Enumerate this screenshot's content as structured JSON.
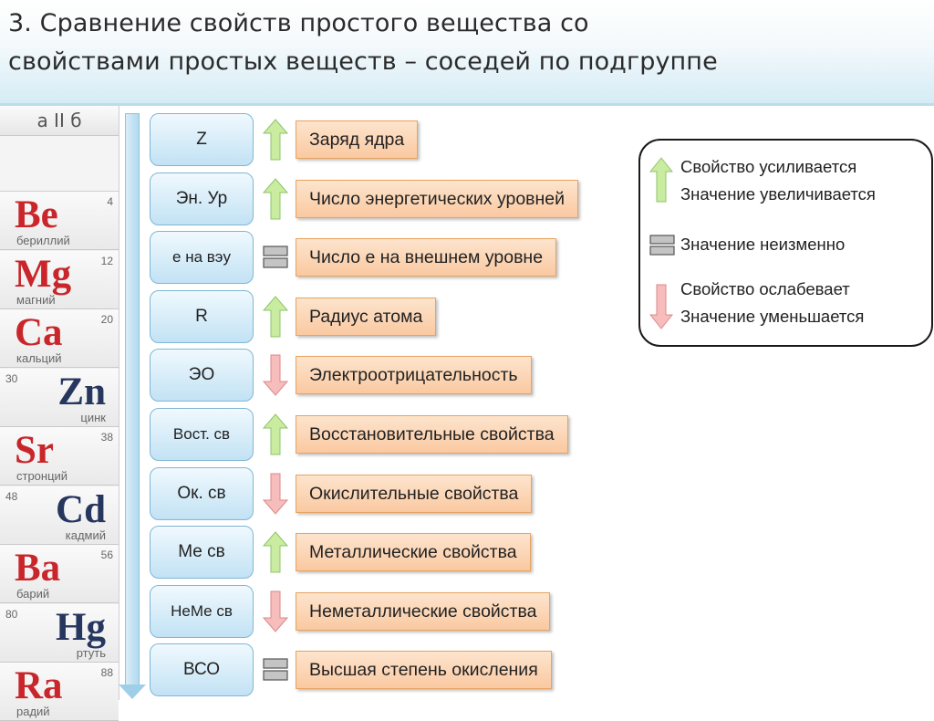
{
  "title": {
    "line1": "3. Сравнение свойств простого вещества со",
    "line2": "свойствами простых веществ – соседей по подгруппе"
  },
  "periodic_table": {
    "group_header": "а II б",
    "elements": [
      {
        "symbol": "Be",
        "name": "бериллий",
        "number": "4",
        "subgroup": "a"
      },
      {
        "symbol": "Mg",
        "name": "магний",
        "number": "12",
        "subgroup": "a"
      },
      {
        "symbol": "Ca",
        "name": "кальций",
        "number": "20",
        "subgroup": "a"
      },
      {
        "symbol": "Zn",
        "name": "цинк",
        "number": "30",
        "subgroup": "b"
      },
      {
        "symbol": "Sr",
        "name": "стронций",
        "number": "38",
        "subgroup": "a"
      },
      {
        "symbol": "Cd",
        "name": "кадмий",
        "number": "48",
        "subgroup": "b"
      },
      {
        "symbol": "Ba",
        "name": "барий",
        "number": "56",
        "subgroup": "a"
      },
      {
        "symbol": "Hg",
        "name": "ртуть",
        "number": "80",
        "subgroup": "b"
      },
      {
        "symbol": "Ra",
        "name": "радий",
        "number": "88",
        "subgroup": "a"
      }
    ]
  },
  "properties": [
    {
      "abbr": "Z",
      "indicator": "up",
      "label": "Заряд ядра"
    },
    {
      "abbr": "Эн. Ур",
      "indicator": "up",
      "label": "Число энергетических уровней"
    },
    {
      "abbr": "е на вэу",
      "indicator": "equal",
      "label": "Число е на внешнем уровне"
    },
    {
      "abbr": "R",
      "indicator": "up",
      "label": "Радиус атома"
    },
    {
      "abbr": "ЭО",
      "indicator": "down",
      "label": "Электроотрицательность"
    },
    {
      "abbr": "Вост. св",
      "indicator": "up",
      "label": "Восстановительные свойства"
    },
    {
      "abbr": "Ок. св",
      "indicator": "down",
      "label": "Окислительные свойства"
    },
    {
      "abbr": "Ме св",
      "indicator": "up",
      "label": "Металлические свойства"
    },
    {
      "abbr": "НеМе св",
      "indicator": "down",
      "label": "Неметаллические свойства"
    },
    {
      "abbr": "ВСО",
      "indicator": "equal",
      "label": "Высшая степень окисления"
    }
  ],
  "legend": {
    "up_line1": "Свойство усиливается",
    "up_line2": "Значение увеличивается",
    "equal_line1": "Значение неизменно",
    "down_line1": "Свойство ослабевает",
    "down_line2": "Значение уменьшается"
  },
  "colors": {
    "up_arrow": "#c9eca0",
    "down_arrow": "#f7bcbc",
    "s_element": "#c8262b",
    "d_element": "#26365f",
    "label_fill": "#fcd6b5",
    "abbr_fill": "#d3ecf8"
  }
}
